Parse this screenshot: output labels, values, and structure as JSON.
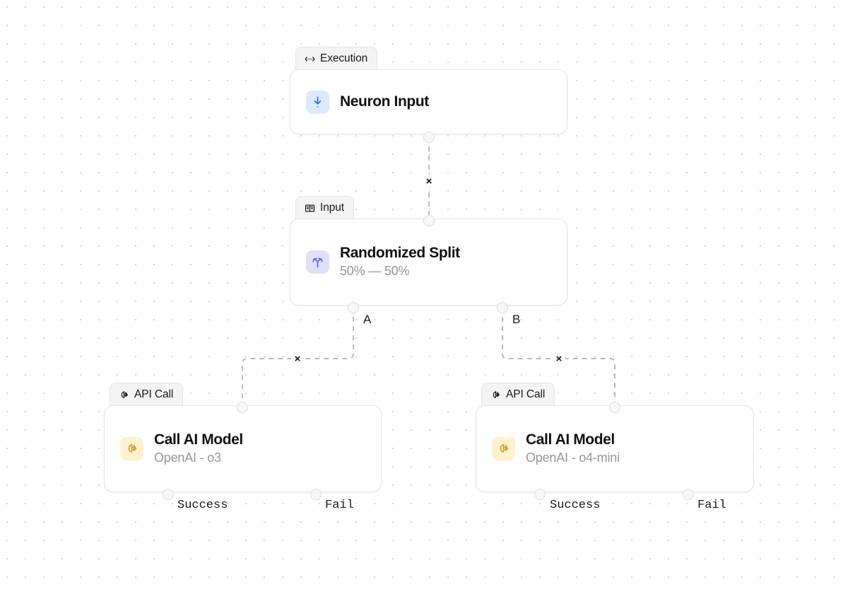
{
  "canvas": {
    "grid": "dot-grid",
    "background_color": "#ffffff",
    "dot_color": "#d4d4d8"
  },
  "nodes": [
    {
      "id": "neuron-input",
      "tab_label": "Execution",
      "tab_icon": "bidirectional-arrow-icon",
      "title": "Neuron Input",
      "subtitle": "",
      "icon": "arrow-down-to-line-icon",
      "icon_color": "#3b6fe0",
      "icon_bg": "#dbeafe",
      "ports": [
        {
          "name": "output",
          "label": ""
        }
      ]
    },
    {
      "id": "randomized-split",
      "tab_label": "Input",
      "tab_icon": "book-open-icon",
      "title": "Randomized Split",
      "subtitle": "50% — 50%",
      "icon": "split-arrows-icon",
      "icon_color": "#6366d8",
      "icon_bg": "#e0e0fb",
      "ports": [
        {
          "name": "input",
          "label": ""
        },
        {
          "name": "output-a",
          "label": "A"
        },
        {
          "name": "output-b",
          "label": "B"
        }
      ]
    },
    {
      "id": "call-ai-model-o3",
      "tab_label": "API Call",
      "tab_icon": "brain-circuit-icon",
      "title": "Call AI Model",
      "subtitle": "OpenAI - o3",
      "icon": "brain-circuit-icon",
      "icon_color": "#d69e2e",
      "icon_bg": "#fdf2cd",
      "ports": [
        {
          "name": "input",
          "label": ""
        },
        {
          "name": "output-success",
          "label": "Success"
        },
        {
          "name": "output-fail",
          "label": "Fail"
        }
      ]
    },
    {
      "id": "call-ai-model-o4-mini",
      "tab_label": "API Call",
      "tab_icon": "brain-circuit-icon",
      "title": "Call AI Model",
      "subtitle": "OpenAI - o4-mini",
      "icon": "brain-circuit-icon",
      "icon_color": "#d69e2e",
      "icon_bg": "#fdf2cd",
      "ports": [
        {
          "name": "input",
          "label": ""
        },
        {
          "name": "output-success",
          "label": "Success"
        },
        {
          "name": "output-fail",
          "label": "Fail"
        }
      ]
    }
  ],
  "edges": [
    {
      "id": "edge-neuron-to-split",
      "from": "neuron-input",
      "to": "randomized-split",
      "delete_label": "×"
    },
    {
      "id": "edge-split-a-to-o3",
      "from": "randomized-split:A",
      "to": "call-ai-model-o3",
      "delete_label": "×"
    },
    {
      "id": "edge-split-b-to-o4mini",
      "from": "randomized-split:B",
      "to": "call-ai-model-o4-mini",
      "delete_label": "×"
    }
  ],
  "edge_style": {
    "stroke": "#b8b8bf",
    "dash": "dashed"
  }
}
